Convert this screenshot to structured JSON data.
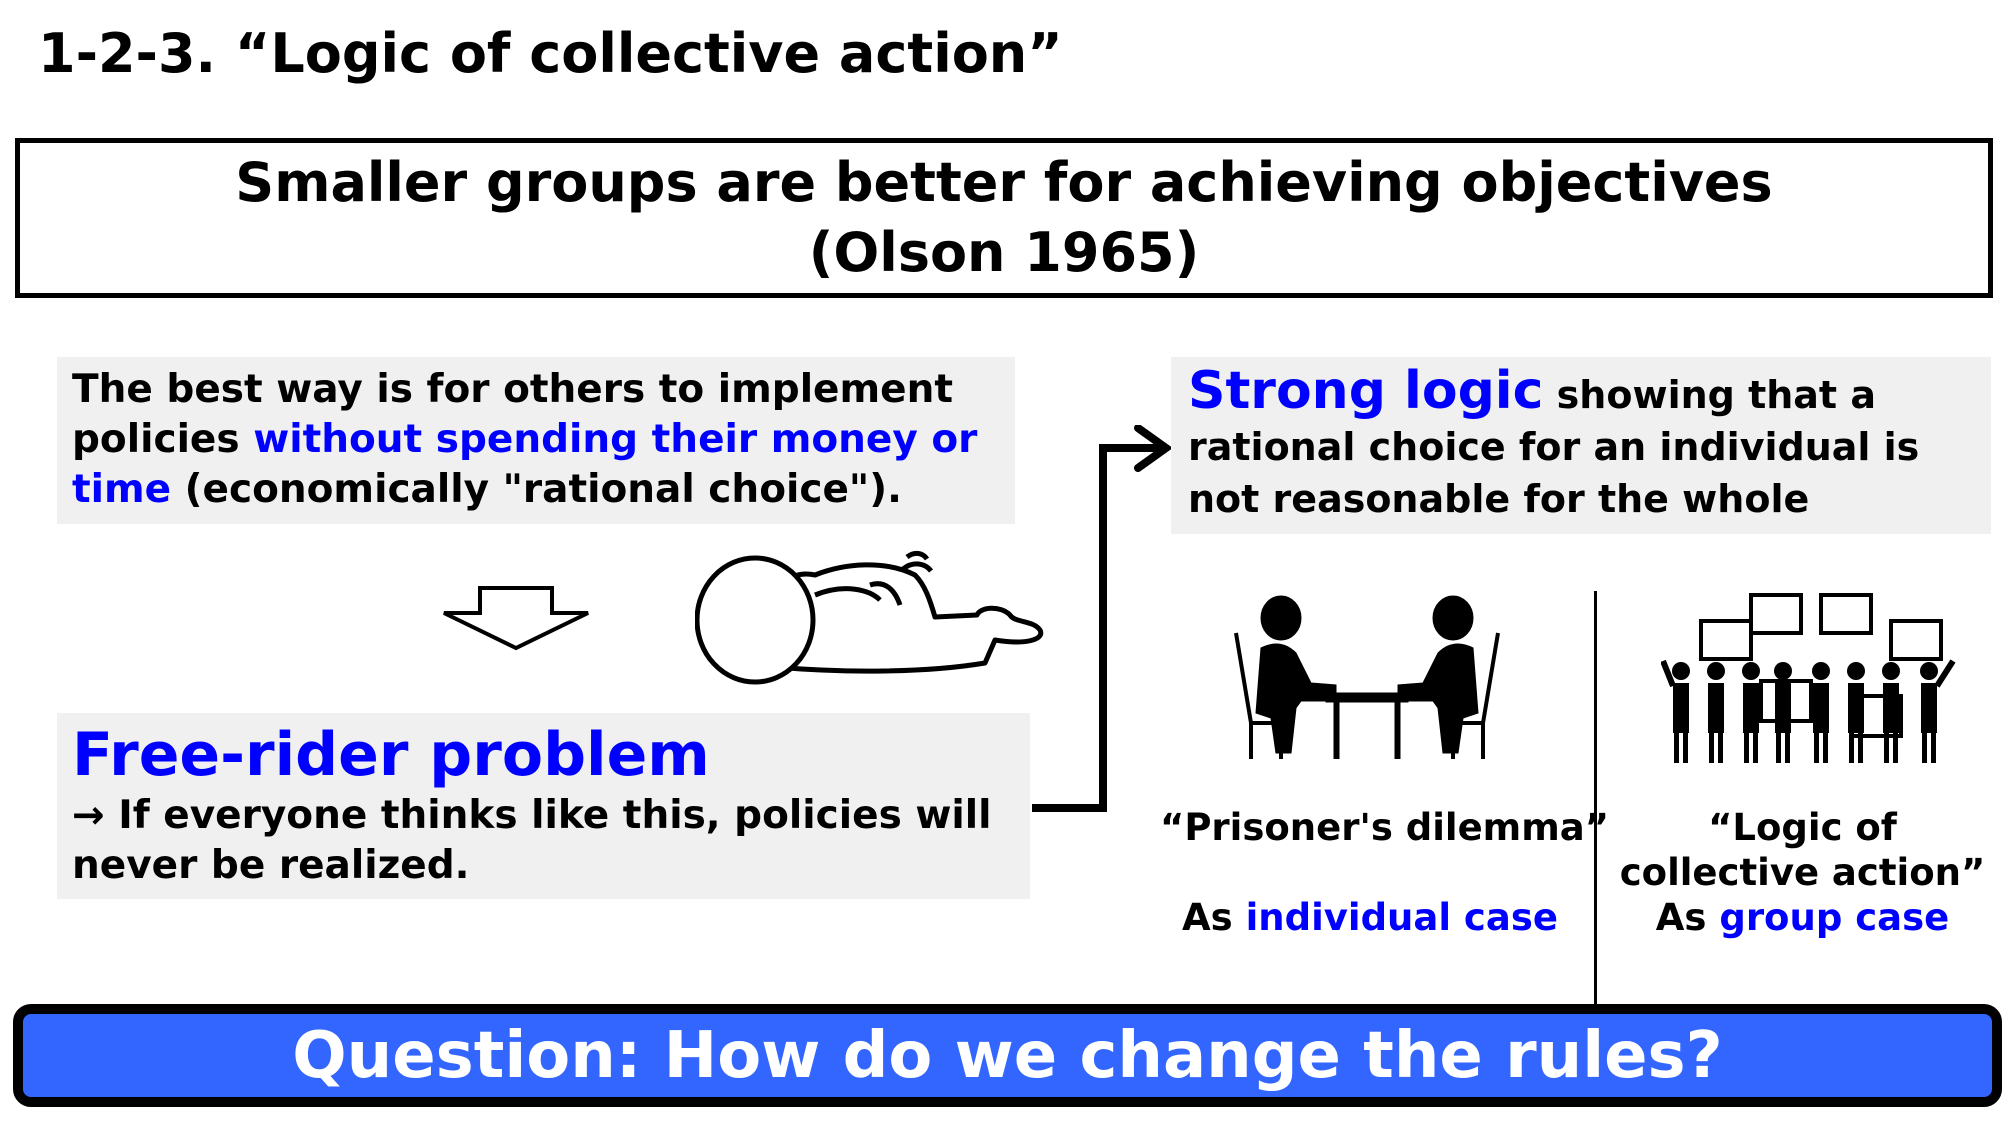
{
  "title": "1-2-3. “Logic of collective action”",
  "thesis": {
    "line1": "Smaller groups are better for achieving objectives",
    "line2": "(Olson 1965)"
  },
  "rational_box": {
    "text_before": "The best way is for others to implement policies ",
    "highlight": "without spending their money or time",
    "text_after": " (economically \"rational choice\")."
  },
  "free_rider_box": {
    "heading": "Free-rider problem",
    "text": "→ If everyone thinks like this, policies will never be realized."
  },
  "strong_logic_box": {
    "highlight": "Strong logic",
    "text": " showing that a rational choice for an individual is not reasonable for the whole"
  },
  "individual_case": {
    "label": "“Prisoner's dilemma”",
    "prefix": "As ",
    "highlight": "individual case"
  },
  "group_case": {
    "label": "“Logic of collective action”",
    "prefix": "As ",
    "highlight": "group case"
  },
  "question": "Question: How do we change the rules?",
  "colors": {
    "accent_text": "#0000ff",
    "question_bar": "#3366ff",
    "panel_bg": "#f0f0f0"
  }
}
